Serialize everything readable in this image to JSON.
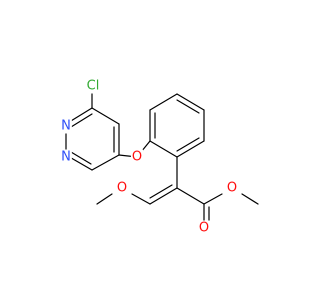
{
  "molecule": {
    "atoms": {
      "cl": "Cl",
      "n_upper": "N",
      "n_lower": "N",
      "o_ether": "O",
      "o_methoxy": "O",
      "o_carbonyl": "O",
      "o_ester": "O"
    },
    "colors": {
      "chlorine": "#33aa33",
      "nitrogen": "#3050f8",
      "oxygen": "#ff0d0d",
      "bond": "#000000"
    }
  }
}
